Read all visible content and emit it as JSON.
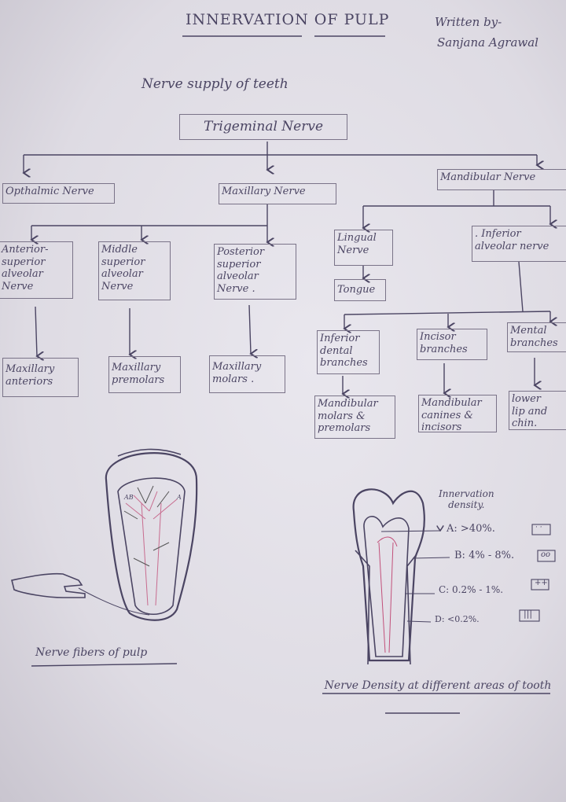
{
  "header": {
    "title": "INNERVATION OF PULP",
    "author_line1": "Written by-",
    "author_line2": "Sanjana Agrawal"
  },
  "subtitle": "Nerve supply of teeth",
  "tree": {
    "root": "Trigeminal Nerve",
    "ophthalmic": "Opthalmic Nerve",
    "maxillary": "Maxillary Nerve",
    "mandibular": "Mandibular Nerve",
    "asa": "Anterior-\nsuperior\nalveolar\nNerve",
    "msa": "Middle\nsuperior\nalveolar\nNerve",
    "psa": "Posterior\nsuperior\nalveolar\nNerve .",
    "max_anteriors": "Maxillary\nanteriors",
    "max_premolars": "Maxillary\npremolars",
    "max_molars": "Maxillary\nmolars .",
    "lingual": "Lingual\nNerve",
    "tongue": "Tongue",
    "ian": ". Inferior\nalveolar nerve",
    "inf_dental": "Inferior\ndental\nbranches",
    "incisor": "Incisor\nbranches",
    "mental": "Mental\nbranches",
    "mand_molars": "Mandibular\nmolars &\npremolars",
    "mand_canines": "Mandibular\ncanines &\nincisors",
    "lower_lip": "lower\nlip and\nchin."
  },
  "figure_left": {
    "label_a": "AB",
    "label_b": "A",
    "caption": "Nerve fibers of pulp"
  },
  "figure_right": {
    "legend_title": "Innervation\ndensity.",
    "zones": [
      {
        "label": "A: >40%.",
        "symbol": "· ·"
      },
      {
        "label": "B: 4% - 8%.",
        "symbol": "oo"
      },
      {
        "label": "C: 0.2% - 1%.",
        "symbol": "++"
      },
      {
        "label": "D: <0.2%.",
        "symbol": "|||"
      }
    ],
    "caption": "Nerve Density at different areas of tooth"
  },
  "colors": {
    "ink": "#4b4563",
    "nerve": "#c2507a"
  }
}
